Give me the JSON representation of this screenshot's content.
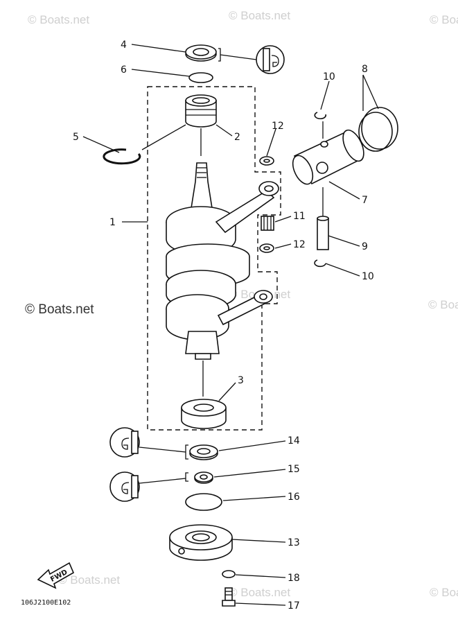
{
  "watermarks": [
    "© Boats.net",
    "© Boats.net",
    "© Boats.net",
    "© Boats.net",
    "© Boats.net",
    "© Boats.net",
    "© Boats.net",
    "© Boats.net",
    "© Boats.net"
  ],
  "callouts": {
    "c1": "1",
    "c2": "2",
    "c3": "3",
    "c4": "4",
    "c5": "5",
    "c6": "6",
    "c7": "7",
    "c8": "8",
    "c9": "9",
    "c10a": "10",
    "c10b": "10",
    "c11": "11",
    "c12a": "12",
    "c12b": "12",
    "c13": "13",
    "c14": "14",
    "c15": "15",
    "c16": "16",
    "c17": "17",
    "c18": "18"
  },
  "fwd_label": "FWD",
  "diagram_code": "106J2100E102"
}
